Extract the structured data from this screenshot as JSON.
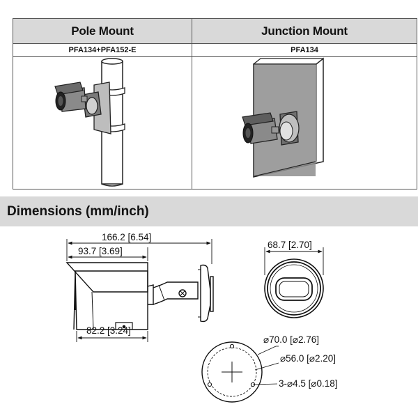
{
  "mounts": [
    {
      "title": "Pole Mount",
      "model": "PFA134+PFA152-E"
    },
    {
      "title": "Junction Mount",
      "model": "PFA134"
    }
  ],
  "dimensions": {
    "title": "Dimensions (mm/inch)",
    "total_length": "166.2 [6.54]",
    "body_length": "93.7 [3.69]",
    "base_length": "82.2 [3.24]",
    "height": "68.7 [2.70]",
    "outer_diameter": "⌀70.0 [⌀2.76]",
    "hole_circle_diameter": "⌀56.0 [⌀2.20]",
    "screw_holes": "3-⌀4.5 [⌀0.18]"
  }
}
